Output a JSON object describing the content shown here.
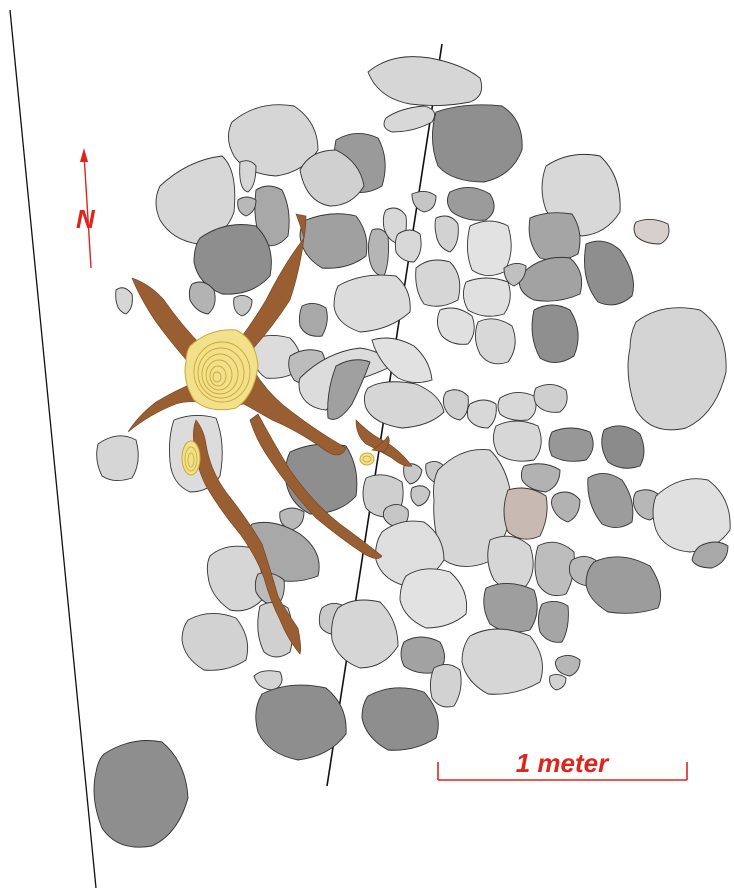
{
  "north_arrow": {
    "label": "N"
  },
  "scale_bar": {
    "label": "1 meter",
    "length_m": 1
  },
  "colors": {
    "stone_light": "#d9d9d9",
    "stone_lighter": "#e6e6e6",
    "stone_mid": "#b5b5b5",
    "stone_dark": "#8e8e8e",
    "stone_pinkish": "#c8b8b2",
    "root_brown": "#9a5e33",
    "tree_ring_yellow": "#f3e08a",
    "tree_ring_line": "#c9a83a",
    "annotation_red": "#e0241c",
    "line_black": "#111111"
  }
}
